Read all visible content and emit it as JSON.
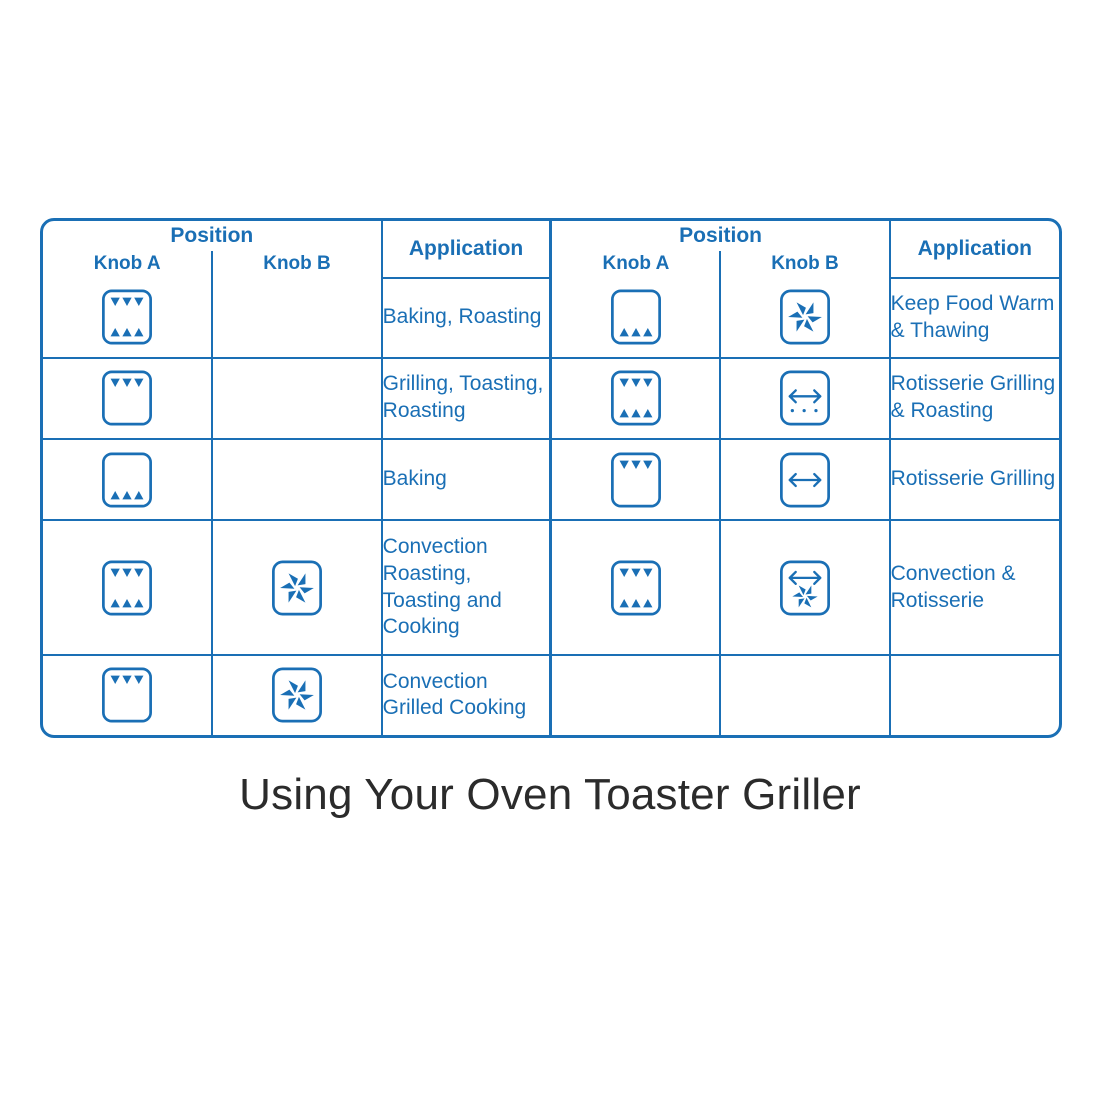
{
  "caption": "Using Your Oven Toaster Griller",
  "colors": {
    "blue": "#1a6fb5",
    "caption_text": "#2b2b2b",
    "background": "#ffffff"
  },
  "table": {
    "headers": {
      "position": "Position",
      "application": "Application",
      "knob_a": "Knob A",
      "knob_b": "Knob B"
    },
    "left_rows": [
      {
        "knob_a_icon": "oven-top-and-bottom-heat-icon",
        "knob_b_icon": "",
        "application": "Baking, Roasting"
      },
      {
        "knob_a_icon": "oven-top-heat-icon",
        "knob_b_icon": "",
        "application": "Grilling, Toasting, Roasting"
      },
      {
        "knob_a_icon": "oven-bottom-heat-icon",
        "knob_b_icon": "",
        "application": "Baking"
      },
      {
        "knob_a_icon": "oven-top-and-bottom-heat-icon",
        "knob_b_icon": "convection-fan-icon",
        "application": "Convection Roasting, Toasting and Cooking"
      },
      {
        "knob_a_icon": "oven-top-heat-icon",
        "knob_b_icon": "convection-fan-icon",
        "application": "Convection Grilled Cooking"
      }
    ],
    "right_rows": [
      {
        "knob_a_icon": "oven-bottom-heat-icon",
        "knob_b_icon": "convection-fan-icon",
        "application": "Keep Food Warm & Thawing"
      },
      {
        "knob_a_icon": "oven-top-and-bottom-heat-icon",
        "knob_b_icon": "rotisserie-with-dots-icon",
        "application": "Rotisserie Grilling & Roasting"
      },
      {
        "knob_a_icon": "oven-top-heat-icon",
        "knob_b_icon": "rotisserie-icon",
        "application": "Rotisserie Grilling"
      },
      {
        "knob_a_icon": "oven-top-and-bottom-heat-icon",
        "knob_b_icon": "rotisserie-convection-icon",
        "application": "Convection & Rotisserie"
      },
      {
        "knob_a_icon": "",
        "knob_b_icon": "",
        "application": ""
      }
    ]
  }
}
